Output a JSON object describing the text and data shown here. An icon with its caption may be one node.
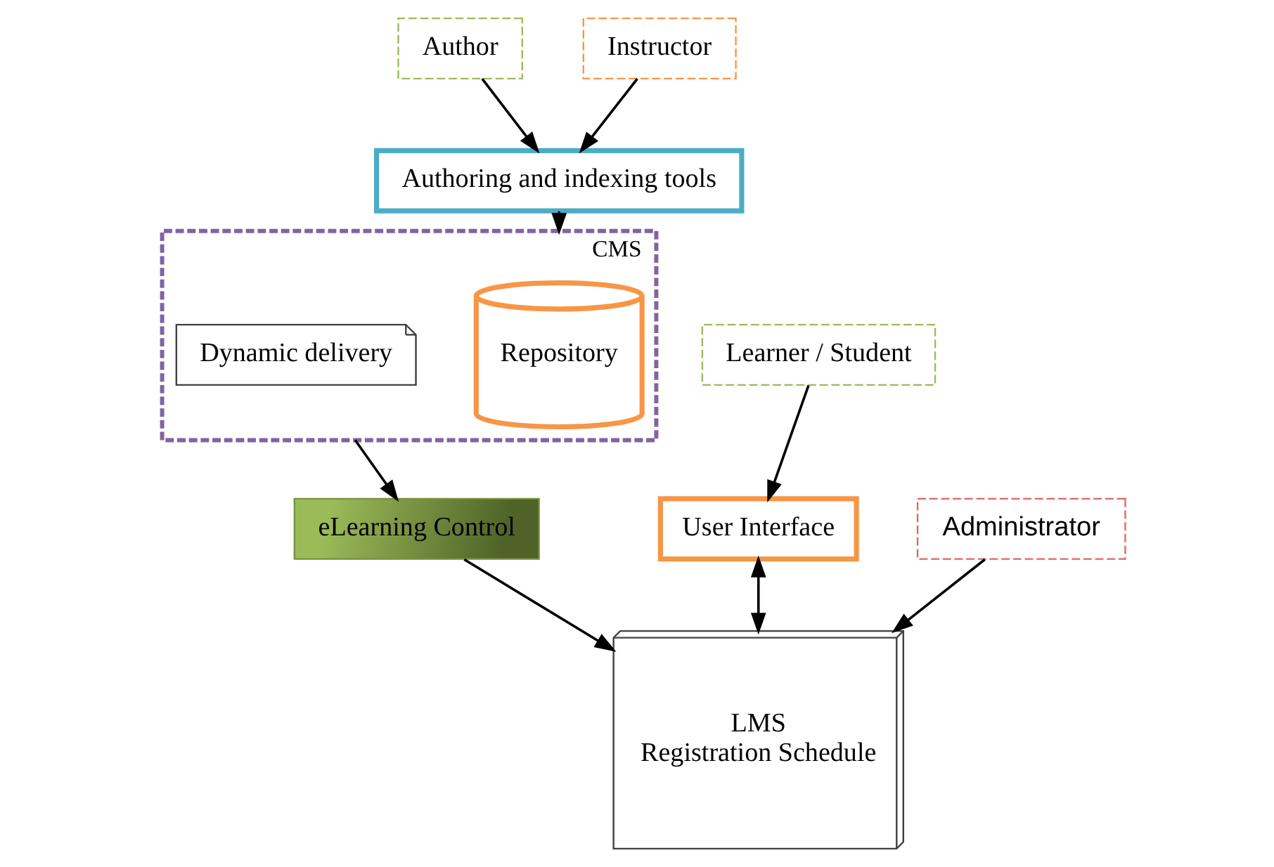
{
  "diagram": {
    "nodes": [
      {
        "text": [
          "Author"
        ]
      },
      {
        "text": [
          "Instructor"
        ]
      },
      {
        "text": [
          "Authoring and indexing tools"
        ]
      },
      {
        "text": [
          "CMS"
        ]
      },
      {
        "text": [
          "Repository"
        ],
        "in": 3
      },
      {
        "text": [
          "Dynamic delivery"
        ],
        "in": 3
      },
      {
        "text": [
          "eLearning Control"
        ]
      },
      {
        "text": [
          "Learner / Student"
        ]
      },
      {
        "text": [
          "User Interface"
        ]
      },
      {
        "text": [
          "LMS",
          "Registration Schedule"
        ]
      },
      {
        "text": [
          "Administrator"
        ]
      }
    ],
    "edges": [
      {
        "from": 0,
        "to": 2,
        "arrow": "to"
      },
      {
        "from": 1,
        "to": 2,
        "arrow": "to"
      },
      {
        "from": 2,
        "to": 3,
        "arrow": "to"
      },
      {
        "from": 3,
        "to": 6,
        "arrow": "to"
      },
      {
        "from": 6,
        "to": 9,
        "arrow": "to"
      },
      {
        "from": 7,
        "to": 8,
        "arrow": "to"
      },
      {
        "from": 8,
        "to": 9,
        "arrow": "both"
      },
      {
        "from": 10,
        "to": 9,
        "arrow": "to"
      }
    ]
  }
}
